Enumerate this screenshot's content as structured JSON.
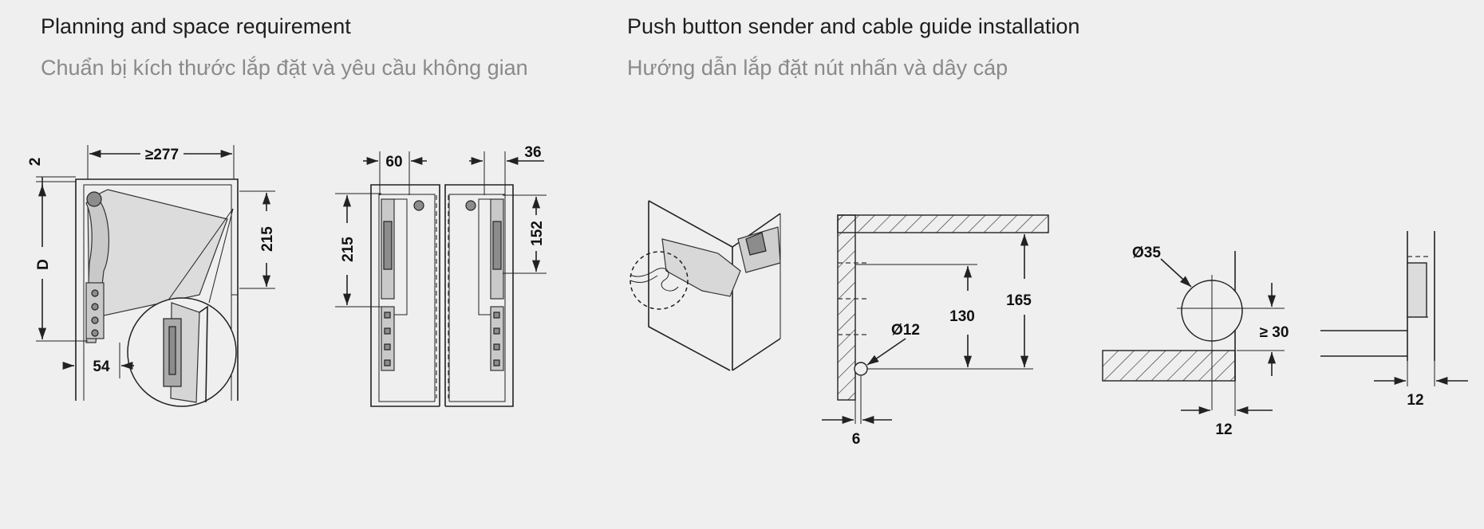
{
  "left_section": {
    "title_en": "Planning and space requirement",
    "title_vi": "Chuẩn bị kích thước lắp đặt và yêu cầu không gian"
  },
  "right_section": {
    "title_en": "Push button sender and cable guide installation",
    "title_vi": "Hướng dẫn lắp đặt nút nhấn và dây cáp"
  },
  "dimensions": {
    "cabinet_top_gap": "2",
    "cabinet_width": "≥277",
    "cabinet_depth": "D",
    "lift_height": "215",
    "side_offset": "54",
    "front_gap_left": "60",
    "front_gap_right": "36",
    "front_height_left": "215",
    "front_height_right": "152",
    "hole_diameter": "Ø12",
    "hole_height_a": "130",
    "hole_height_b": "165",
    "hole_edge": "6",
    "button_diameter": "Ø35",
    "button_clearance": "≥ 30",
    "button_offset": "12",
    "button_side_offset": "12"
  },
  "colors": {
    "background": "#efefef",
    "title_primary": "#1e1e1e",
    "title_secondary": "#8a8a8a",
    "line": "#222222"
  }
}
